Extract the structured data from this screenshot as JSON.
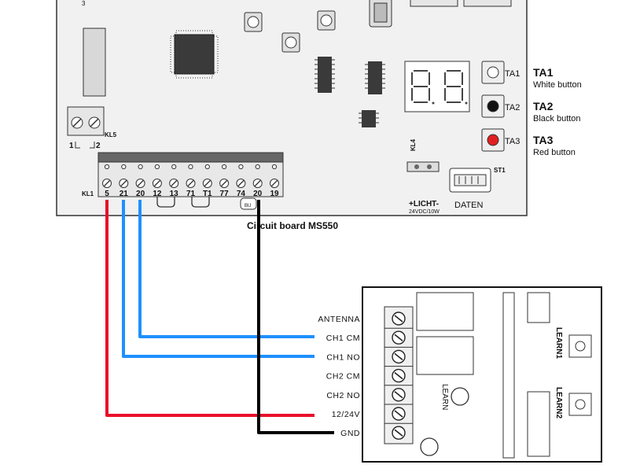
{
  "board": {
    "title": "Circuit board MS550",
    "kl5_label": "KL5",
    "kl5_pin1": "1",
    "kl5_pin2": "2",
    "kl4_label": "KL4",
    "kl1_label": "KL1",
    "st1_label": "ST1",
    "licht_label": "+LICHT-",
    "licht_sub": "24VDC/10W",
    "daten_label": "DATEN",
    "corner_mark": "3",
    "jumper_text": "BU",
    "terminals": [
      "5",
      "21",
      "20",
      "12",
      "13",
      "71",
      "T1",
      "77",
      "74",
      "20",
      "19"
    ],
    "buttons": [
      {
        "code": "TA1",
        "name": "White button",
        "color": "#ffffff"
      },
      {
        "code": "TA2",
        "name": "Black button",
        "color": "#111111"
      },
      {
        "code": "TA3",
        "name": "Red button",
        "color": "#e02020"
      }
    ]
  },
  "receiver": {
    "terminals": [
      "ANTENNA",
      "CH1 CM",
      "CH1 NO",
      "CH2 CM",
      "CH2 NO",
      "12/24V",
      "GND"
    ],
    "learn_label": "LEARN",
    "learn1_label": "LEARN1",
    "learn2_label": "LEARN2"
  },
  "wires": [
    {
      "from": "5",
      "to": "12/24V",
      "color": "#e8102a"
    },
    {
      "from": "21",
      "to": "CH1 NO",
      "color": "#1e90ff"
    },
    {
      "from": "20",
      "to": "CH1 CM",
      "color": "#1e90ff"
    },
    {
      "from": "20 (GND)",
      "to": "GND",
      "color": "#000000"
    }
  ]
}
